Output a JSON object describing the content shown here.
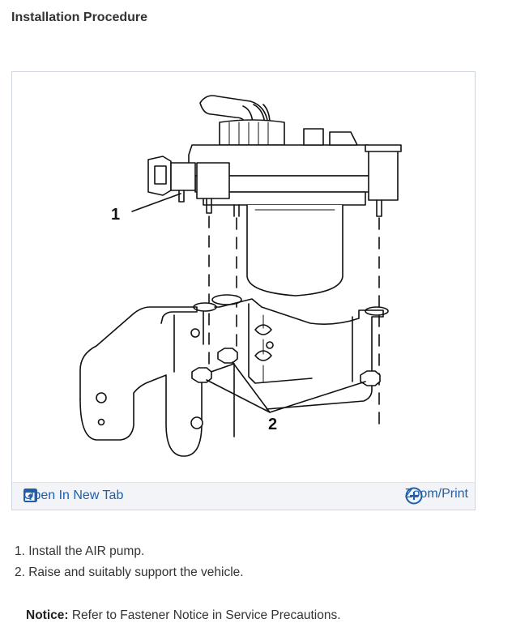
{
  "heading": "Installation Procedure",
  "figure": {
    "callouts": [
      "1",
      "2"
    ],
    "open_tab_label": "Open In New Tab",
    "zoom_label": "Zoom/Print",
    "link_color": "#1f5ea8",
    "open_tab_icon": "open-in-new-tab-icon",
    "zoom_icon": "zoom-plus-icon"
  },
  "steps": [
    "1. Install the AIR pump.",
    "2. Raise and suitably support the vehicle."
  ],
  "notice": {
    "label": "Notice:",
    "text": " Refer to Fastener Notice in Service Precautions."
  }
}
